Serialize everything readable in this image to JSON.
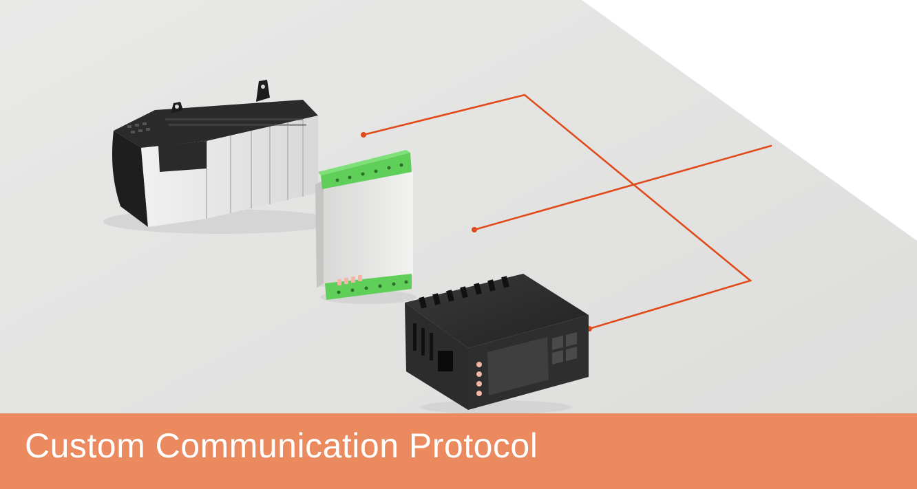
{
  "banner": {
    "title": "Custom Communication Protocol",
    "color": "#ec8a5f",
    "text_color": "#ffffff"
  },
  "scene": {
    "background_color": "#e4e4e3",
    "wire_color": "#e04a1a",
    "objects": [
      "plc-controller",
      "signal-converter-module",
      "panel-controller-display",
      "communication-wires"
    ]
  }
}
